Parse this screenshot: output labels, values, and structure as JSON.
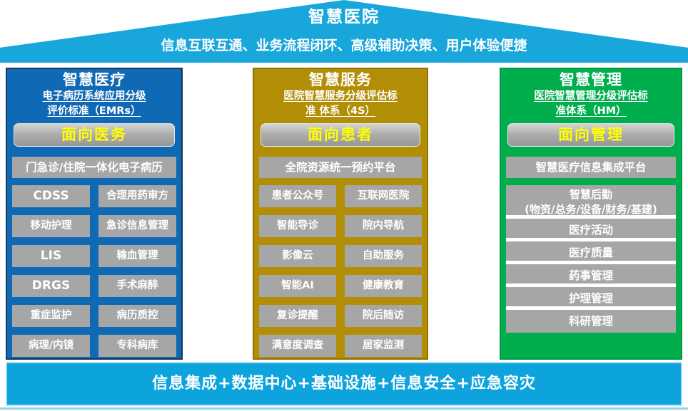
{
  "roof": {
    "title": "智慧医院",
    "subtitle": "信息互联互通、业务流程闭环、高级辅助决策、用户体验便捷"
  },
  "columns": [
    {
      "title": "智慧医疗",
      "subtitle_line1": "电子病历系统应用分级",
      "subtitle_line2": "评价标准（EMRs）",
      "audience": "面向医务",
      "full_item": "门急诊/住院一体化电子病历",
      "grid": [
        [
          "CDSS",
          "合理用药审方"
        ],
        [
          "移动护理",
          "急诊信息管理"
        ],
        [
          "LIS",
          "输血管理"
        ],
        [
          "DRGS",
          "手术麻醉"
        ],
        [
          "重症监护",
          "病历质控"
        ],
        [
          "病理/内镜",
          "专科病库"
        ]
      ],
      "colors": {
        "bg": "#1069B4",
        "border": "#14375E"
      }
    },
    {
      "title": "智慧服务",
      "subtitle_line1": "医院智慧服务分级评估标",
      "subtitle_line2": "准 体系（4S）",
      "audience": "面向患者",
      "full_item": "全院资源统一预约平台",
      "grid": [
        [
          "患者公众号",
          "互联网医院"
        ],
        [
          "智能导诊",
          "院内导航"
        ],
        [
          "影像云",
          "自助服务"
        ],
        [
          "智能AI",
          "健康教育"
        ],
        [
          "复诊提醒",
          "院后随访"
        ],
        [
          "满意度调查",
          "居家监测"
        ]
      ],
      "colors": {
        "bg": "#B18E05",
        "border": "#8F7304"
      }
    },
    {
      "title": "智慧管理",
      "subtitle_line1": "医院智慧管理分级评估标",
      "subtitle_line2": "准体系（HM）",
      "audience": "面向管理",
      "full_item": "智慧医疗信息集成平台",
      "stack": [
        "智慧后勤\n(物资/总务/设备/财务/基建)",
        "医疗活动",
        "医疗质量",
        "药事管理",
        "护理管理",
        "科研管理"
      ],
      "colors": {
        "bg": "#00AE4E",
        "border": "#009A45"
      }
    }
  ],
  "footer": {
    "text": "信息集成+数据中心+基础设施+信息安全+应急容灾"
  },
  "theme_colors": {
    "roof_blue": "#18A6DB",
    "footer_blue": "#0DA3DC",
    "block_gray": "#A6A6A6",
    "audience_text_yellow": "#FFFF00",
    "text_white": "#FFFFFF"
  }
}
